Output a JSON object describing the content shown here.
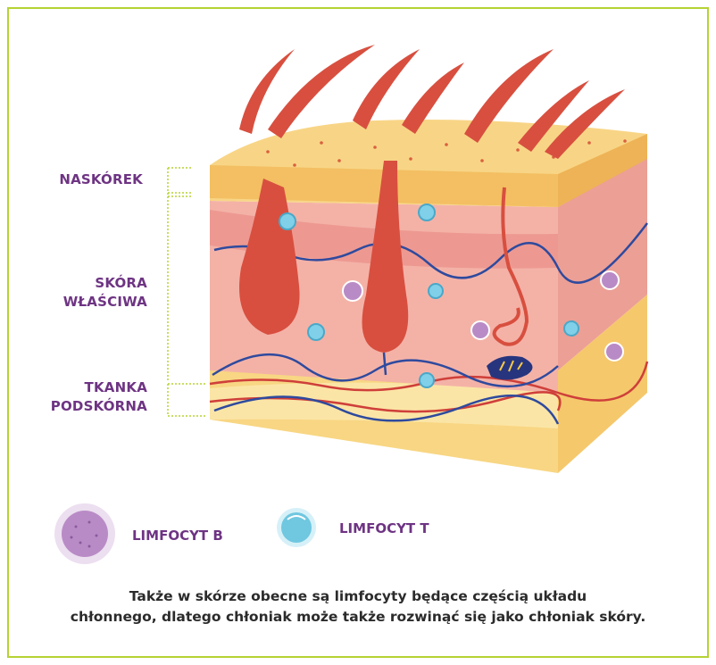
{
  "layers": {
    "epidermis": "NASKÓREK",
    "dermis_line1": "SKÓRA",
    "dermis_line2": "WŁAŚCIWA",
    "subcutis_line1": "TKANKA",
    "subcutis_line2": "PODSKÓRNA"
  },
  "legend": {
    "b_cell": "LIMFOCYT B",
    "t_cell": "LIMFOCYT T"
  },
  "caption": {
    "line1": "Także w skórze obecne są limfocyty będące częścią układu",
    "line2": "chłonnego, dlatego chłoniak może także rozwinąć się jako chłoniak skóry."
  },
  "colors": {
    "frame": "#b5d334",
    "label": "#6e3483",
    "epidermis": "#f7d27a",
    "dermis": "#f2a9a3",
    "subcutis": "#f9d98a",
    "hair": "#d84f3f",
    "lymph_vessel": "#2e4a9e",
    "b_cell": "#b98bc6",
    "t_cell": "#6fc7e0"
  }
}
